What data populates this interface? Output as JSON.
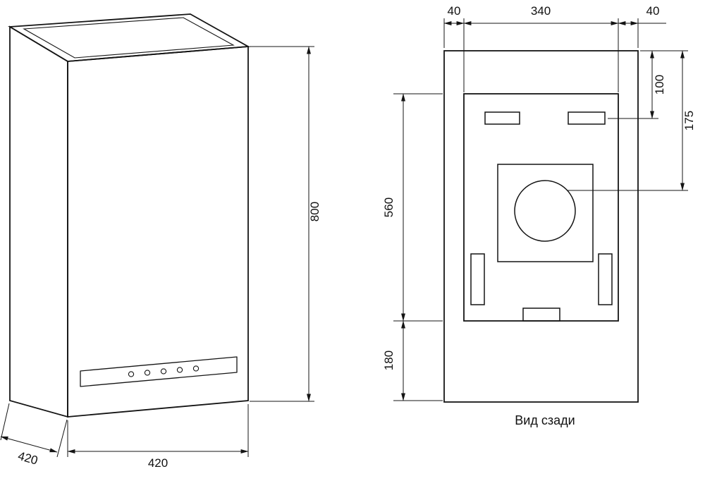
{
  "drawing": {
    "caption": "Вид сзади",
    "isometric": {
      "height": "800",
      "width": "420",
      "depth": "420"
    },
    "rear": {
      "left_margin": "40",
      "plate_width": "340",
      "right_margin": "40",
      "top_to_plate": "100",
      "top_to_slots": "175",
      "plate_height": "560",
      "plate_to_bottom": "180"
    }
  }
}
